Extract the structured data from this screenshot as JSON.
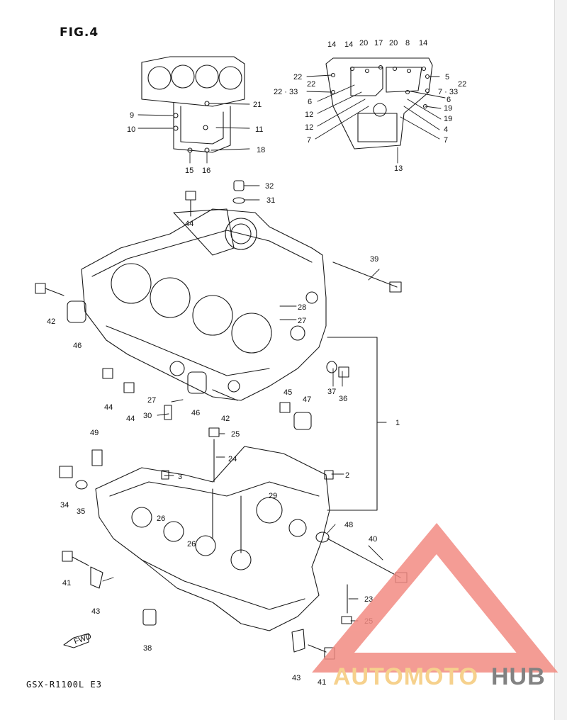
{
  "figure": {
    "title": "FIG.4",
    "model": "GSX-R1100L E3"
  },
  "watermark": {
    "brand_part1": "AUTOMOTO",
    "brand_part2": "HUB",
    "color_accent": "#f28b82",
    "color_light": "#f5c97a",
    "color_dark": "#6d6d6d"
  },
  "fwd_mark": "FWD",
  "callouts": [
    "14",
    "14",
    "20",
    "17",
    "20",
    "8",
    "14",
    "22",
    "5",
    "22",
    "22",
    "22 · 33",
    "7 · 33",
    "6",
    "6",
    "12",
    "19",
    "12",
    "19",
    "4",
    "7",
    "7",
    "13",
    "9",
    "10",
    "21",
    "11",
    "18",
    "15",
    "16",
    "32",
    "31",
    "44",
    "39",
    "42",
    "46",
    "28",
    "27",
    "44",
    "44",
    "27",
    "30",
    "46",
    "42",
    "45",
    "47",
    "37",
    "36",
    "1",
    "49",
    "25",
    "24",
    "3",
    "2",
    "34",
    "35",
    "29",
    "26",
    "26",
    "48",
    "40",
    "41",
    "43",
    "23",
    "25",
    "38",
    "43",
    "41"
  ]
}
